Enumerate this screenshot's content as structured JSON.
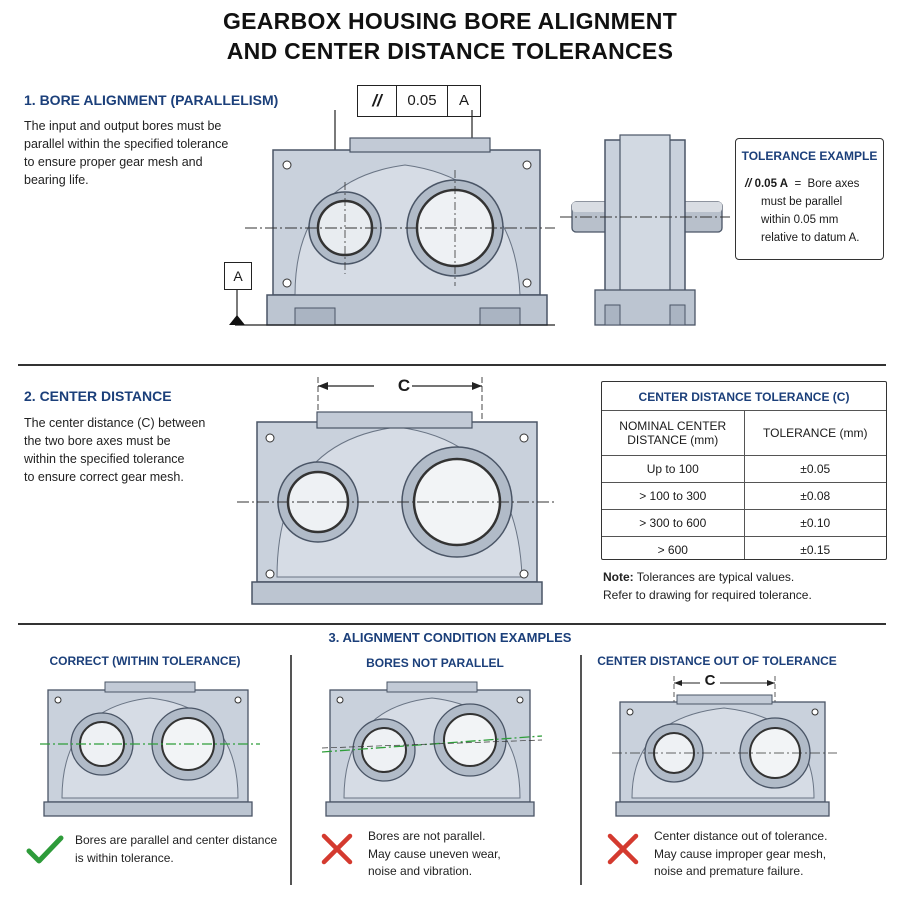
{
  "title": {
    "line1": "GEARBOX HOUSING BORE ALIGNMENT",
    "line2": "AND CENTER DISTANCE TOLERANCES"
  },
  "section1": {
    "heading": "1. BORE ALIGNMENT (PARALLELISM)",
    "lines": [
      "The input and output bores must be",
      "parallel within the specified tolerance",
      "to ensure proper gear mesh and",
      "bearing life."
    ],
    "fcf": {
      "symbol": "//",
      "tolerance": "0.05",
      "datum": "A"
    },
    "datum_label": "A"
  },
  "tolerance_example": {
    "heading": "TOLERANCE EXAMPLE",
    "prefix": "// ",
    "value": "0.05 A",
    "eq": "  =  Bore axes",
    "lines": [
      "must be parallel",
      "within 0.05 mm",
      "relative to datum A."
    ]
  },
  "section2": {
    "heading": "2. CENTER DISTANCE",
    "lines": [
      "The center distance (C) between",
      "the two bore axes must be",
      "within the specified tolerance",
      "to ensure correct gear mesh."
    ],
    "dim_label": "C"
  },
  "cd_table": {
    "heading": "CENTER DISTANCE TOLERANCE (C)",
    "col1_line1": "NOMINAL CENTER",
    "col1_line2": "DISTANCE (mm)",
    "col2": "TOLERANCE (mm)",
    "rows": [
      {
        "range": "Up to 100",
        "tol": "±0.05"
      },
      {
        "range": "> 100 to 300",
        "tol": "±0.08"
      },
      {
        "range": "> 300 to 600",
        "tol": "±0.10"
      },
      {
        "range": "> 600",
        "tol": "±0.15"
      }
    ],
    "note_label": "Note:",
    "note_line1": " Tolerances are typical values.",
    "note_line2": "Refer to drawing for required tolerance."
  },
  "section3": {
    "heading": "3. ALIGNMENT CONDITION EXAMPLES",
    "examples": [
      {
        "title": "CORRECT (WITHIN TOLERANCE)",
        "lines": [
          "Bores are parallel and center distance",
          "is within tolerance."
        ],
        "status": "check"
      },
      {
        "title": "BORES NOT PARALLEL",
        "lines": [
          "Bores are not parallel.",
          "May cause uneven wear,",
          "noise and vibration."
        ],
        "status": "cross"
      },
      {
        "title": "CENTER DISTANCE OUT OF TOLERANCE",
        "lines": [
          "Center distance out of tolerance.",
          "May cause improper gear mesh,",
          "noise and premature failure."
        ],
        "status": "cross"
      }
    ],
    "dim_label": "C"
  },
  "colors": {
    "heading_blue": "#1b3f7a",
    "housing": "#c9d1dc",
    "housing_dark": "#a7b2c0",
    "check_green": "#2e9b3a",
    "cross_red": "#d43a2f",
    "centerline_green": "#2f9e3a"
  }
}
